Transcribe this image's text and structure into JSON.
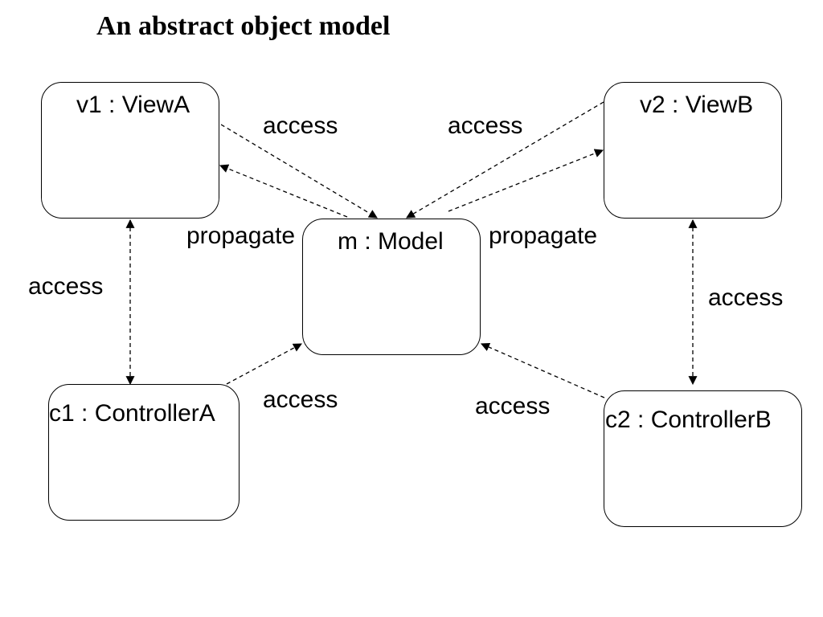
{
  "title": "An abstract object model",
  "objects": {
    "v1": {
      "label": "v1 : ViewA"
    },
    "v2": {
      "label": "v2 : ViewB"
    },
    "m": {
      "label": "m : Model"
    },
    "c1": {
      "label": "c1 : ControllerA"
    },
    "c2": {
      "label": "c2 : ControllerB"
    }
  },
  "edges": [
    {
      "from": "v1",
      "to": "m",
      "label": "access"
    },
    {
      "from": "m",
      "to": "v1",
      "label": "propagate"
    },
    {
      "from": "v2",
      "to": "m",
      "label": "access"
    },
    {
      "from": "m",
      "to": "v2",
      "label": "propagate"
    },
    {
      "from": "v1",
      "to": "c1",
      "label": "access",
      "bidirectional": true
    },
    {
      "from": "v2",
      "to": "c2",
      "label": "access",
      "bidirectional": true
    },
    {
      "from": "c1",
      "to": "m",
      "label": "access"
    },
    {
      "from": "c2",
      "to": "m",
      "label": "access"
    }
  ],
  "style": {
    "line_color": "#000000",
    "line_style": "dashed"
  }
}
